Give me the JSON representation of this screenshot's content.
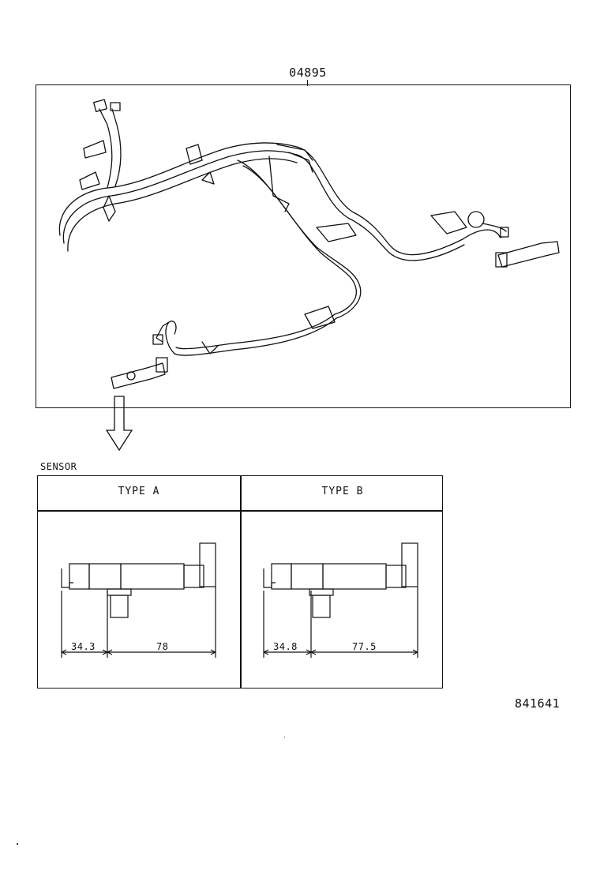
{
  "diagram": {
    "part_number": "04895",
    "section_label": "SENSOR",
    "reference_number": "841641",
    "sensor_types": [
      {
        "header": "TYPE A",
        "dim_left": "34.3",
        "dim_right": "78"
      },
      {
        "header": "TYPE B",
        "dim_left": "34.8",
        "dim_right": "77.5"
      }
    ]
  }
}
